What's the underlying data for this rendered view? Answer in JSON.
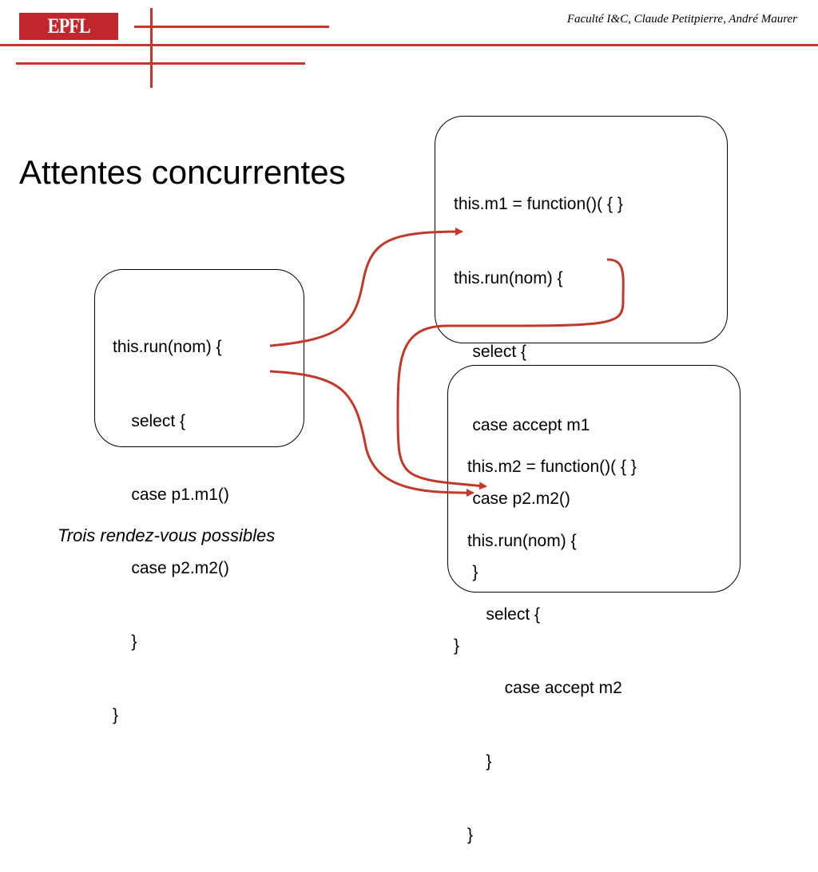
{
  "header": {
    "logo_text": "EPFL",
    "credit": "Faculté I&C, Claude Petitpierre, André Maurer"
  },
  "slide": {
    "title": "Attentes concurrentes",
    "caption": "Trois rendez-vous possibles"
  },
  "code_left": [
    "this.run(nom) {",
    "    select {",
    "    case p1.m1()",
    "    case p2.m2()",
    "    }",
    "}"
  ],
  "code_top_right": [
    "this.m1 = function()( { }",
    "this.run(nom) {",
    "    select {",
    "    case accept m1",
    "    case p2.m2()",
    "    }",
    "}"
  ],
  "code_bottom_right": [
    "this.m2 = function()( { }",
    "this.run(nom) {",
    "    select {",
    "        case accept m2",
    "    }",
    "}"
  ],
  "colors": {
    "accent": "#c0392b",
    "logo": "#c0282d",
    "text": "#000000"
  }
}
